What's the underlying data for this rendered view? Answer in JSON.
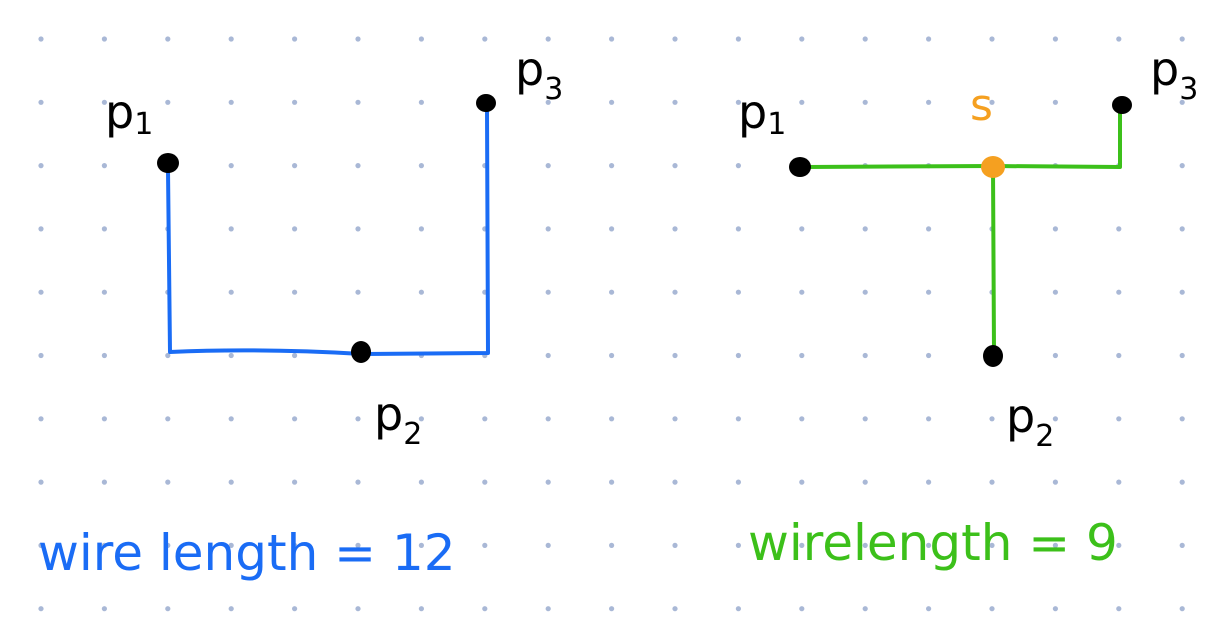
{
  "left": {
    "labels": {
      "p1": "p",
      "p1_sub": "1",
      "p2": "p",
      "p2_sub": "2",
      "p3": "p",
      "p3_sub": "3"
    },
    "caption": "wire length = 12",
    "color": "#1a6cf5"
  },
  "right": {
    "labels": {
      "p1": "p",
      "p1_sub": "1",
      "p2": "p",
      "p2_sub": "2",
      "p3": "p",
      "p3_sub": "3",
      "steiner": "s"
    },
    "caption": "wirelength = 9",
    "color": "#3cc01a",
    "steiner_color": "#f5a020"
  },
  "grid_color": "#a9b8d6"
}
